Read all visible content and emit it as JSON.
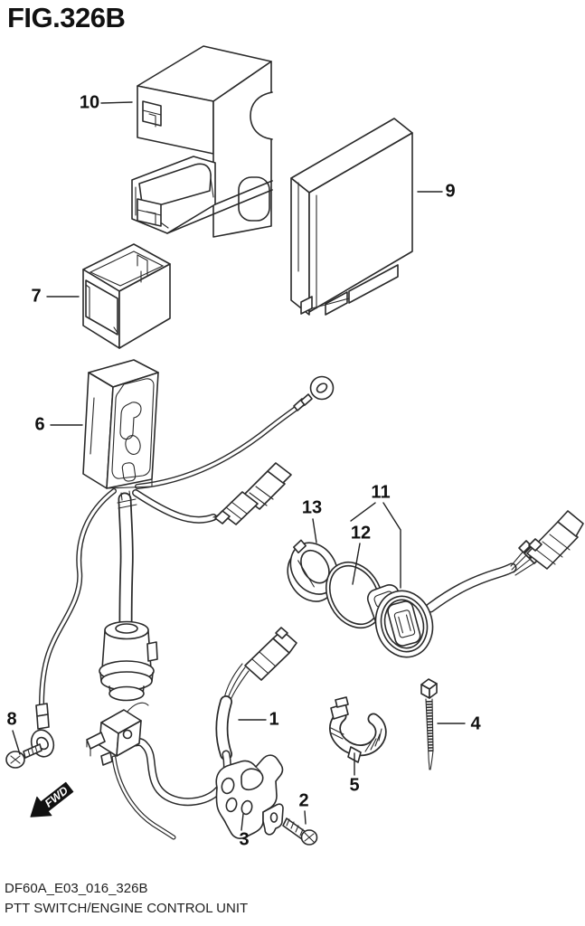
{
  "figure": {
    "title": "FIG.326B",
    "code": "DF60A_E03_016_326B",
    "caption": "PTT SWITCH/ENGINE CONTROL UNIT"
  },
  "direction_label": "FWD",
  "colors": {
    "ink": "#2a2a2a",
    "background": "#ffffff",
    "arrow_fill": "#111111"
  },
  "callouts": [
    {
      "number": "1"
    },
    {
      "number": "2"
    },
    {
      "number": "3"
    },
    {
      "number": "4"
    },
    {
      "number": "5"
    },
    {
      "number": "6"
    },
    {
      "number": "7"
    },
    {
      "number": "8"
    },
    {
      "number": "9"
    },
    {
      "number": "10"
    },
    {
      "number": "11"
    },
    {
      "number": "12"
    },
    {
      "number": "13"
    }
  ]
}
